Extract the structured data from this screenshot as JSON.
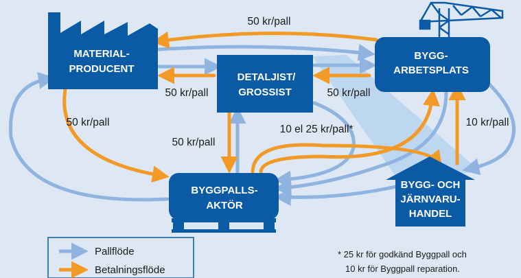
{
  "colors": {
    "background": "#dde8f4",
    "node_fill": "#0a5aa5",
    "pallet_flow": "#8fb4df",
    "payment_flow": "#f39a26",
    "band": "#b8d3f0"
  },
  "nodes": {
    "producer": {
      "line1": "MATERIAL-",
      "line2": "PRODUCENT",
      "icon": "factory-icon"
    },
    "retailer": {
      "line1": "DETALJIST/",
      "line2": "GROSSIST"
    },
    "site": {
      "line1": "BYGG-",
      "line2": "ARBETSPLATS",
      "icon": "crane-icon"
    },
    "pallet_actor": {
      "line1": "BYGGPALLS-",
      "line2": "AKTÖR",
      "icon": "pallet-icon"
    },
    "hardware": {
      "line1": "BYGG- OCH",
      "line2": "JÄRNVARU-",
      "line3": "HANDEL",
      "icon": "house-icon"
    }
  },
  "prices": {
    "top": "50 kr/pall",
    "producer_retailer": "50 kr/pall",
    "retailer_site": "50 kr/pall",
    "producer_down": "50 kr/pall",
    "retailer_down": "50 kr/pall",
    "split": "10 el 25 kr/pall*",
    "site_right": "10 kr/pall"
  },
  "legend": {
    "pallet_flow": "Pallflöde",
    "payment_flow": "Betalningsflöde"
  },
  "footnote": {
    "line1": "* 25 kr för godkänd Byggpall och",
    "line2": "10 kr för Byggpall reparation."
  }
}
